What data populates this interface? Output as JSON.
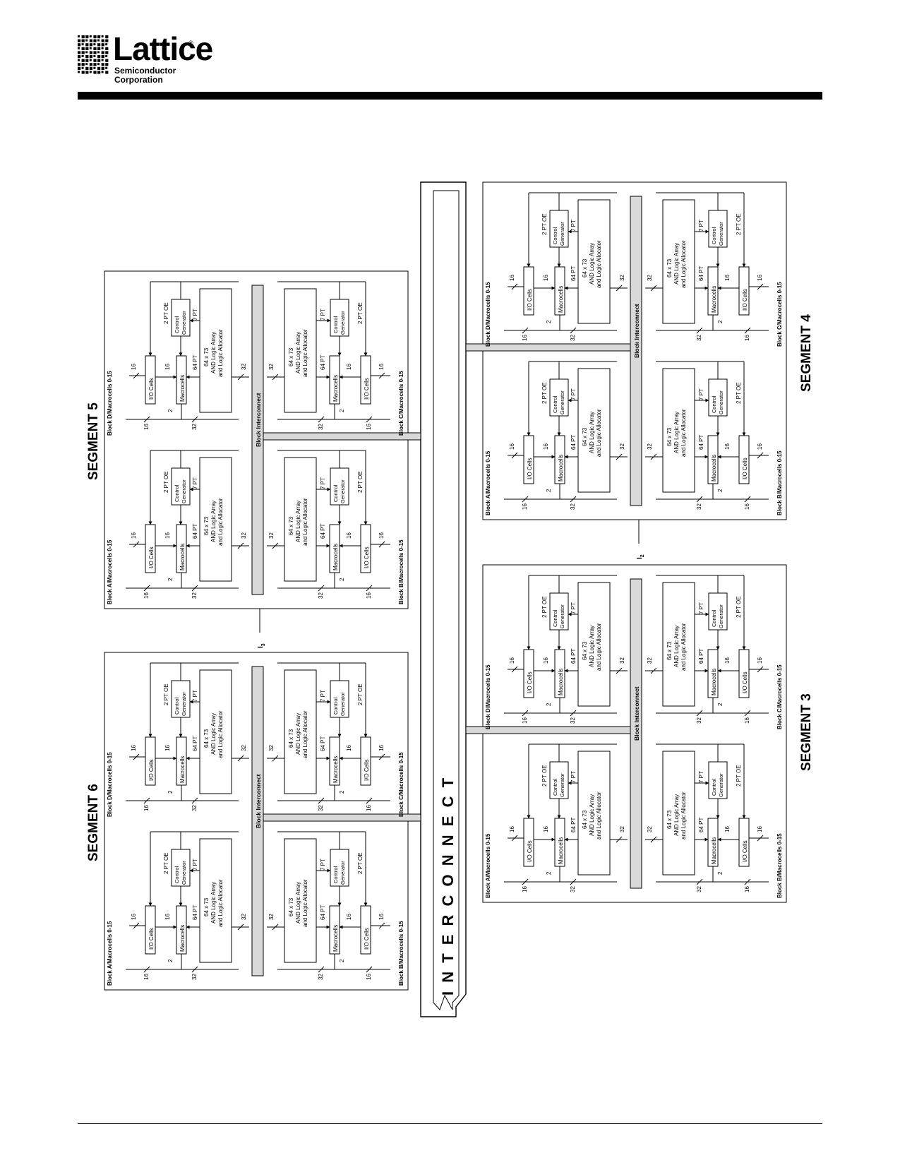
{
  "logo": {
    "name": "Lattice",
    "registered_mark": "®",
    "line1": "Semiconductor",
    "line2": "Corporation"
  },
  "main_interconnect_label": "I N T E R C O N N E C T",
  "block_labels": {
    "block_interconnect": "Block Interconnect",
    "io_cells": "I/O Cells",
    "macrocells": "Macrocells",
    "control_line1": "Control",
    "control_line2": "Generator",
    "and_line1": "64 x 73",
    "and_line2": "AND Logic Array",
    "and_line3": "and Logic Allocator",
    "pt64": "64 PT",
    "pt7": "7 PT",
    "pt_oe": "2 PT OE",
    "bus16": "16",
    "bus32": "32",
    "bus2": "2"
  },
  "segments": [
    {
      "title": "SEGMENT 5",
      "pin": "I",
      "pin_sub": "3",
      "quads": [
        {
          "block_left": "Block D/Macrocells 0-15",
          "block_right": "Block C/Macrocells 0-15"
        },
        {
          "block_left": "Block A/Macrocells 0-15",
          "block_right": "Block B/Macrocells 0-15"
        }
      ]
    },
    {
      "title": "SEGMENT 6",
      "pin": "",
      "pin_sub": "",
      "quads": [
        {
          "block_left": "Block D/Macrocells 0-15",
          "block_right": "Block C/Macrocells 0-15"
        },
        {
          "block_left": "Block A/Macrocells 0-15",
          "block_right": "Block B/Macrocells 0-15"
        }
      ]
    },
    {
      "title": "SEGMENT 4",
      "pin": "I",
      "pin_sub": "2",
      "quads": [
        {
          "block_left": "Block D/Macrocells 0-15",
          "block_right": "Block C/Macrocells 0-15"
        },
        {
          "block_left": "Block A/Macrocells 0-15",
          "block_right": "Block B/Macrocells 0-15"
        }
      ]
    },
    {
      "title": "SEGMENT 3",
      "pin": "",
      "pin_sub": "",
      "quads": [
        {
          "block_left": "Block D/Macrocells 0-15",
          "block_right": "Block C/Macrocells 0-15"
        },
        {
          "block_left": "Block A/Macrocells 0-15",
          "block_right": "Block B/Macrocells 0-15"
        }
      ]
    }
  ]
}
